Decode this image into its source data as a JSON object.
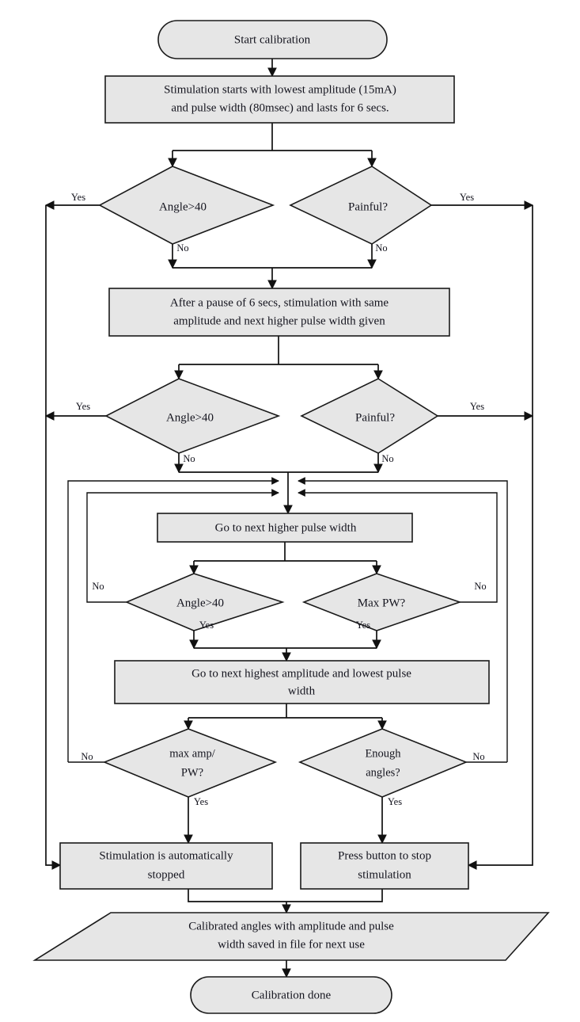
{
  "diagram": {
    "title": "Calibration procedure flowchart",
    "colors": {
      "node_fill": "#e6e6e6",
      "node_stroke": "#1a1a1a",
      "edge_stroke": "#111111",
      "text": "#14141e",
      "background": "#ffffff"
    },
    "nodes": {
      "start": {
        "label": "Start calibration",
        "shape": "terminator"
      },
      "stim_start_line1": {
        "label": "Stimulation starts with lowest amplitude (15mA)"
      },
      "stim_start_line2": {
        "label": "and pulse width (80msec) and lasts for 6 secs."
      },
      "d1_left": {
        "label": "Angle>40",
        "shape": "decision"
      },
      "d1_right": {
        "label": "Painful?",
        "shape": "decision"
      },
      "pause_line1": {
        "label": "After a pause of 6 secs, stimulation with same"
      },
      "pause_line2": {
        "label": "amplitude and next higher pulse width given"
      },
      "d2_left": {
        "label": "Angle>40",
        "shape": "decision"
      },
      "d2_right": {
        "label": "Painful?",
        "shape": "decision"
      },
      "next_pw": {
        "label": "Go to next higher pulse width",
        "shape": "process"
      },
      "d3_left": {
        "label": "Angle>40",
        "shape": "decision"
      },
      "d3_right": {
        "label": "Max PW?",
        "shape": "decision"
      },
      "next_amp_line1": {
        "label": "Go to next highest amplitude and lowest pulse"
      },
      "next_amp_line2": {
        "label": "width"
      },
      "d4_left_line1": {
        "label": "max amp/",
        "shape": "decision"
      },
      "d4_left_line2": {
        "label": "PW?"
      },
      "d4_right_line1": {
        "label": "Enough",
        "shape": "decision"
      },
      "d4_right_line2": {
        "label": "angles?"
      },
      "stop_auto_line1": {
        "label": "Stimulation is automatically"
      },
      "stop_auto_line2": {
        "label": "stopped"
      },
      "stop_button_line1": {
        "label": "Press button to stop"
      },
      "stop_button_line2": {
        "label": "stimulation"
      },
      "saved_line1": {
        "label": "Calibrated angles with amplitude and pulse"
      },
      "saved_line2": {
        "label": "width saved in file for next use"
      },
      "done": {
        "label": "Calibration done",
        "shape": "terminator"
      }
    },
    "edge_labels": {
      "d1_left_yes": "Yes",
      "d1_left_no": "No",
      "d1_right_yes": "Yes",
      "d1_right_no": "No",
      "d2_left_yes": "Yes",
      "d2_left_no": "No",
      "d2_right_yes": "Yes",
      "d2_right_no": "No",
      "d3_left_no": "No",
      "d3_left_yes": "Yes",
      "d3_right_no": "No",
      "d3_right_yes": "Yes",
      "d4_left_no": "No",
      "d4_left_yes": "Yes",
      "d4_right_no": "No",
      "d4_right_yes": "Yes"
    }
  }
}
